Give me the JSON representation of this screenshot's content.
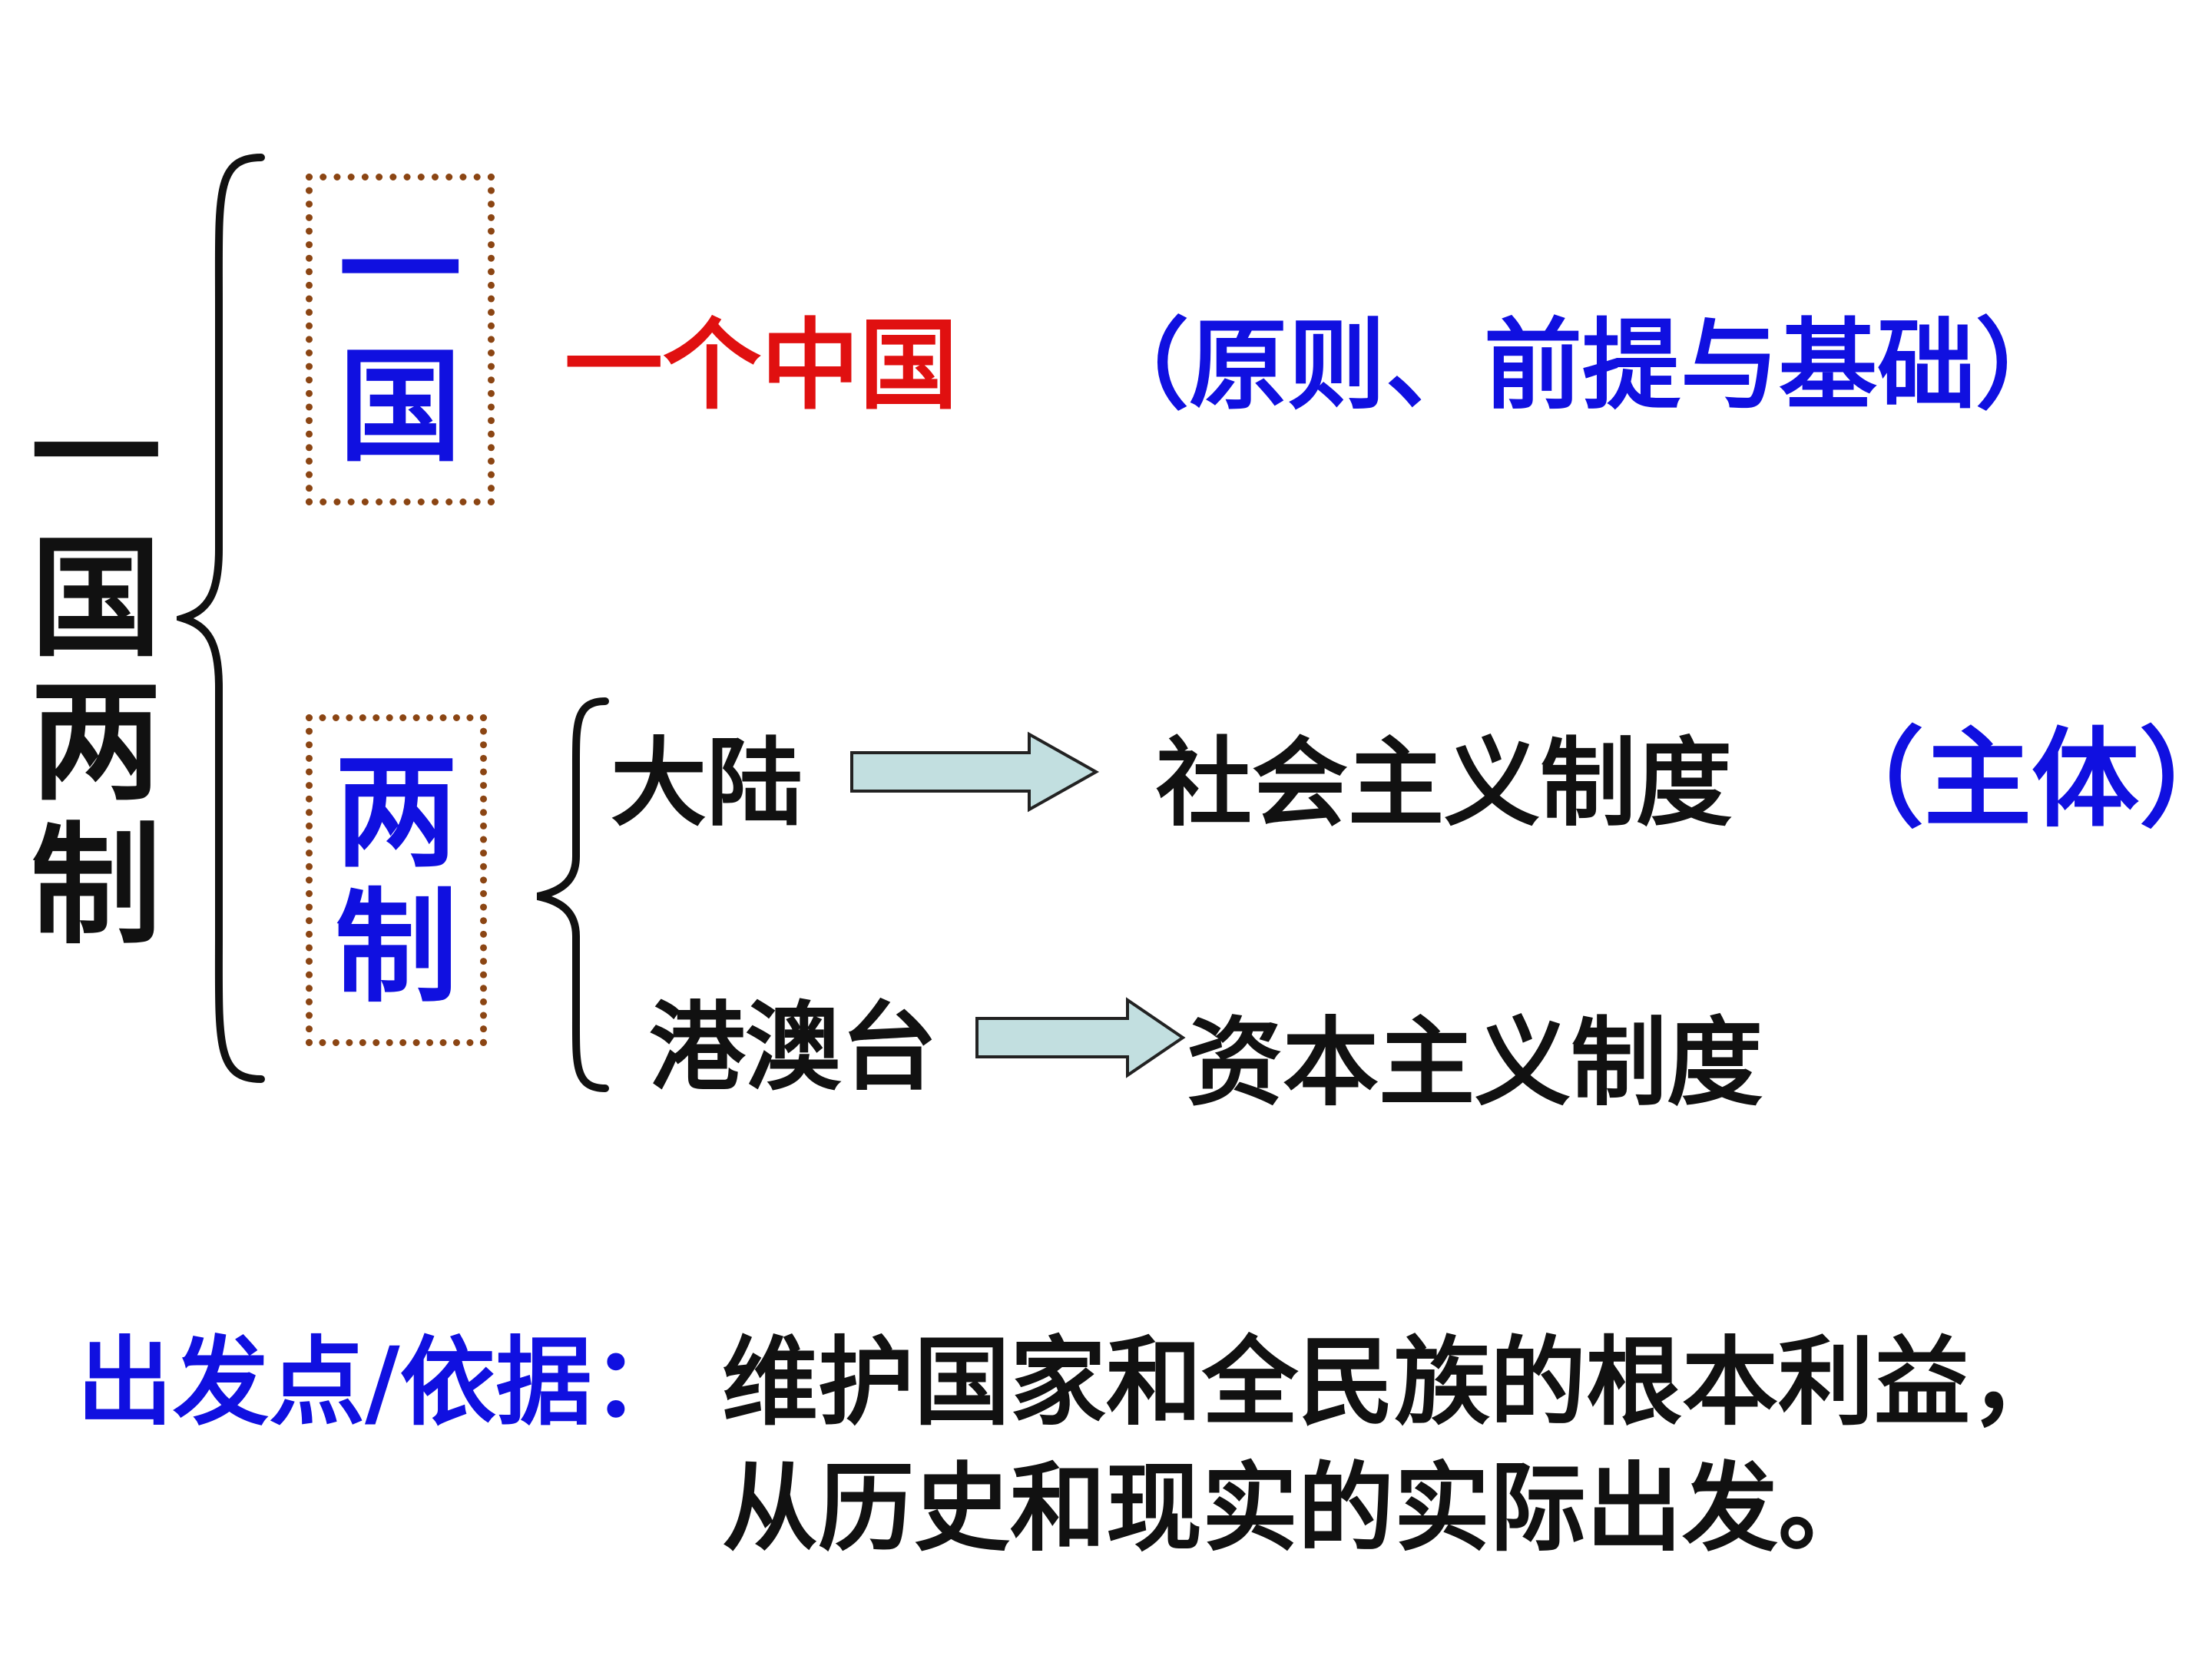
{
  "title_chars": [
    "一",
    "国",
    "两",
    "制"
  ],
  "box_one": {
    "chars": [
      "一",
      "国"
    ]
  },
  "box_two": {
    "chars": [
      "两",
      "制"
    ]
  },
  "one_country": {
    "label": "一个中国",
    "note": "（原则、前提与基础）"
  },
  "mainland": {
    "label": "大陆",
    "system": "社会主义制度",
    "note": "（主体）"
  },
  "hmt": {
    "label": "港澳台",
    "system": "资本主义制度"
  },
  "basis": {
    "label": "出发点/依据：",
    "line1": "维护国家和全民族的根本利益，",
    "line2": "从历史和现实的实际出发。"
  },
  "colors": {
    "red": "#e01010",
    "blue": "#1010e0",
    "box_border": "#8b4513",
    "arrow_fill": "#c2dfe0"
  },
  "icons": [
    "left-brace-icon",
    "arrow-right-icon"
  ]
}
